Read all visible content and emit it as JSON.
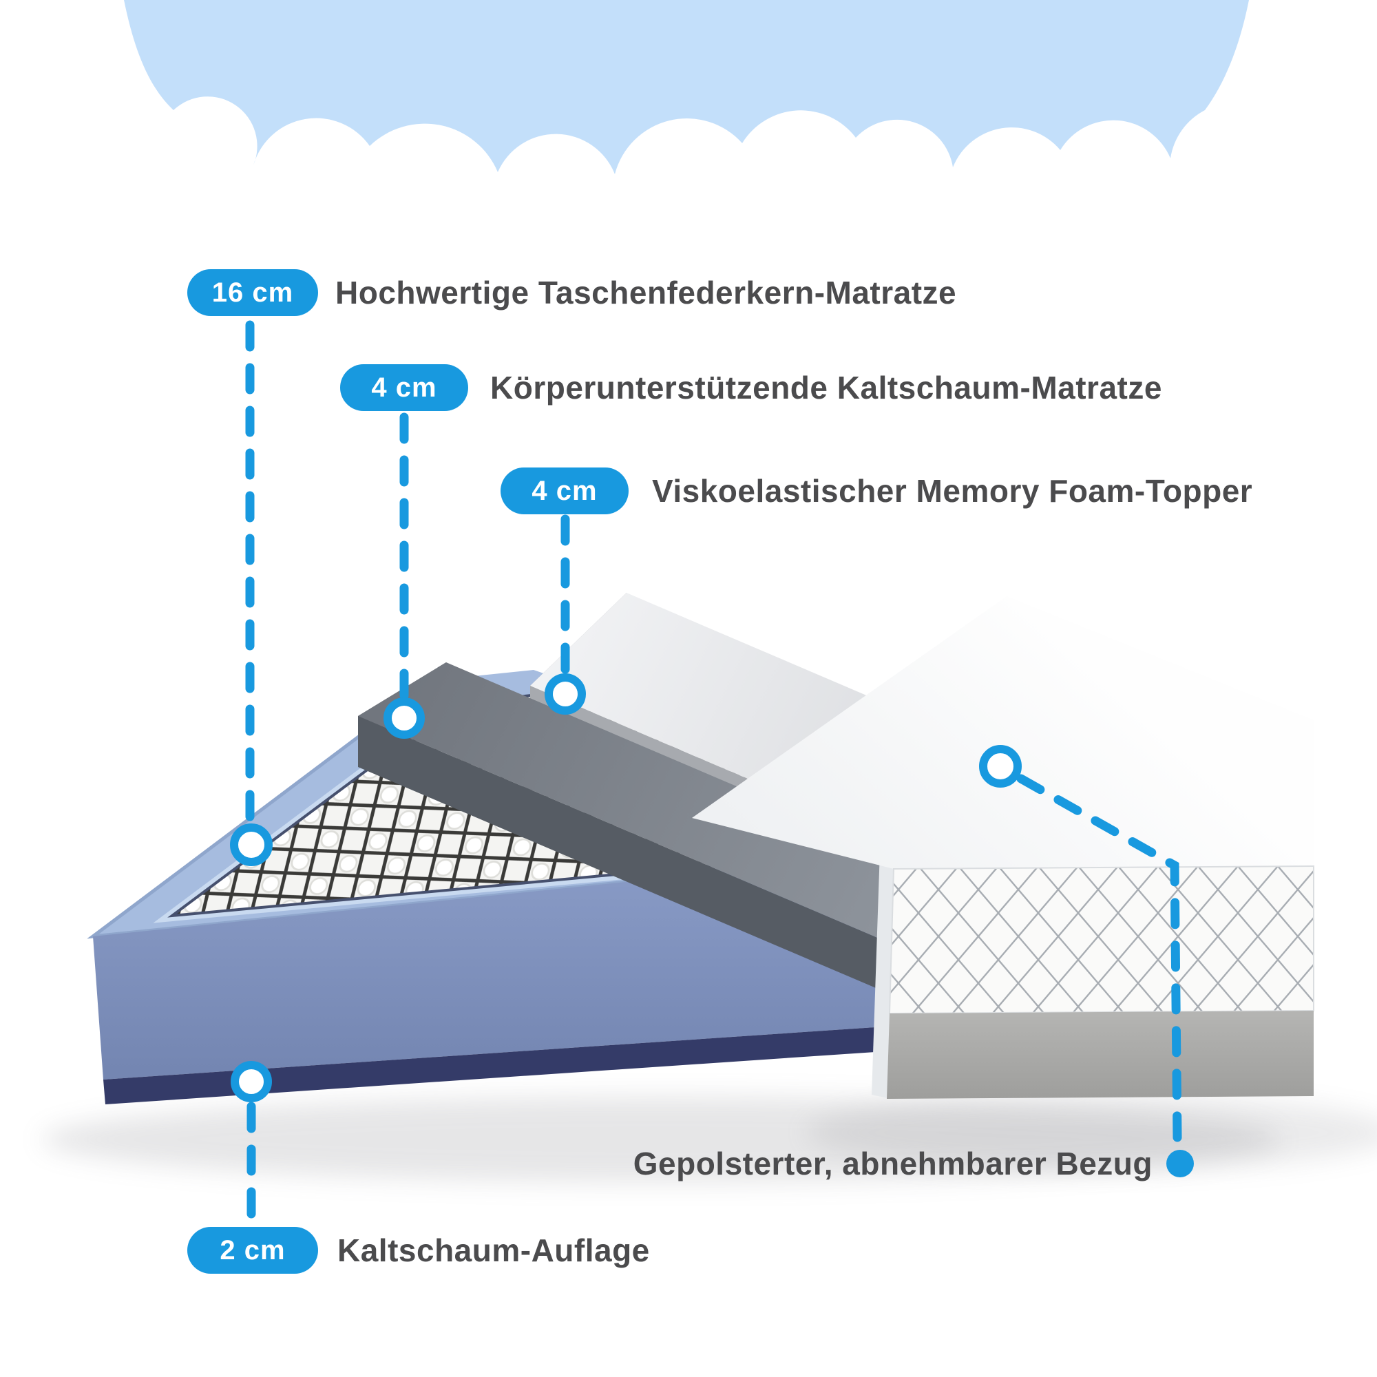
{
  "colors": {
    "accent": "#1899DF",
    "cloud": "#C3DFFA",
    "label_text": "#4B4B4D",
    "badge_text": "#FFFFFF",
    "base_front": "#8094BF",
    "base_bottom": "#343B68",
    "base_rim": "#A6BCDF",
    "base_rim_inner": "#C9DAF0",
    "foam_dark": "#565C64",
    "foam_dark_top": "#7E838B",
    "topper_top": "#E6E8EA",
    "topper_side": "#A7AAAF",
    "cover_top": "#FBFCFD",
    "cover_band": "#FAFAF9",
    "cover_band_line": "#A8ADB3",
    "cover_strip": "#ACACAA",
    "mesh_line": "#3A3A38"
  },
  "annotations": {
    "spring_mattress": {
      "badge": "16 cm",
      "label": "Hochwertige Taschenfederkern-Matratze"
    },
    "cold_foam_mattress": {
      "badge": "4 cm",
      "label": "Körperunterstützende Kaltschaum-Matratze"
    },
    "memory_foam_topper": {
      "badge": "4 cm",
      "label": "Viskoelastischer Memory Foam-Topper"
    },
    "cover": {
      "label": "Gepolsterter, abnehmbarer Bezug"
    },
    "cold_foam_pad": {
      "badge": "2 cm",
      "label": "Kaltschaum-Auflage"
    }
  }
}
